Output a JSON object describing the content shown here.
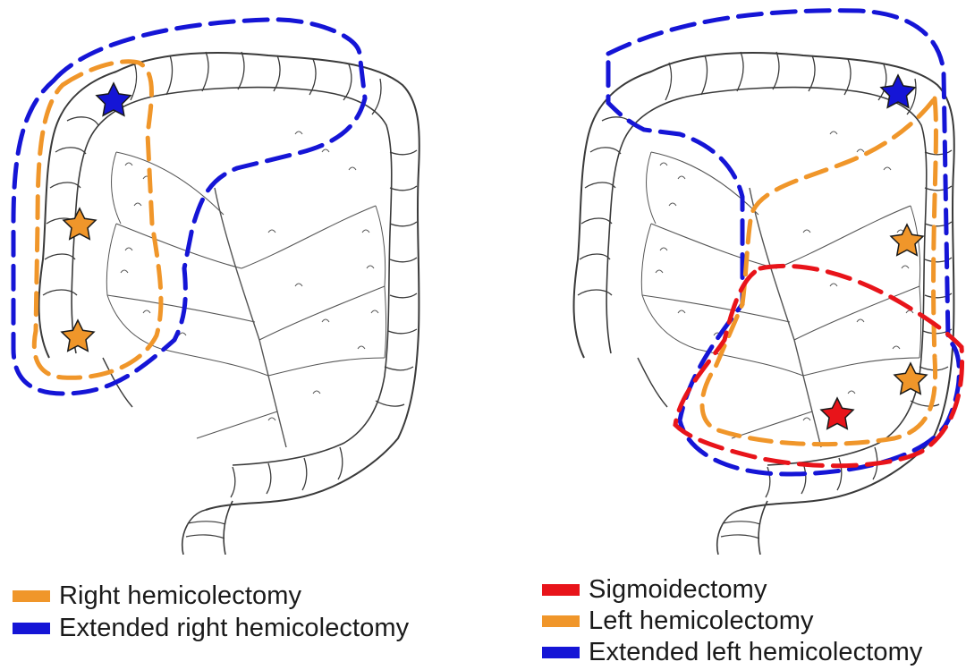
{
  "colors": {
    "orange": "#f0962a",
    "blue": "#1515d6",
    "red": "#e8141a",
    "sketch": "#3a3a3a"
  },
  "left_panel": {
    "legend": [
      {
        "label": "Right hemicolectomy",
        "color": "#f0962a"
      },
      {
        "label": "Extended right hemicolectomy",
        "color": "#1515d6"
      }
    ],
    "markers": [
      {
        "type": "star",
        "color": "blue"
      },
      {
        "type": "star",
        "color": "orange"
      },
      {
        "type": "star",
        "color": "orange"
      }
    ]
  },
  "right_panel": {
    "legend": [
      {
        "label": "Sigmoidectomy",
        "color": "#e8141a"
      },
      {
        "label": "Left hemicolectomy",
        "color": "#f0962a"
      },
      {
        "label": "Extended left hemicolectomy",
        "color": "#1515d6"
      }
    ],
    "markers": [
      {
        "type": "star",
        "color": "blue"
      },
      {
        "type": "star",
        "color": "orange"
      },
      {
        "type": "star",
        "color": "orange"
      },
      {
        "type": "star",
        "color": "red"
      }
    ]
  }
}
